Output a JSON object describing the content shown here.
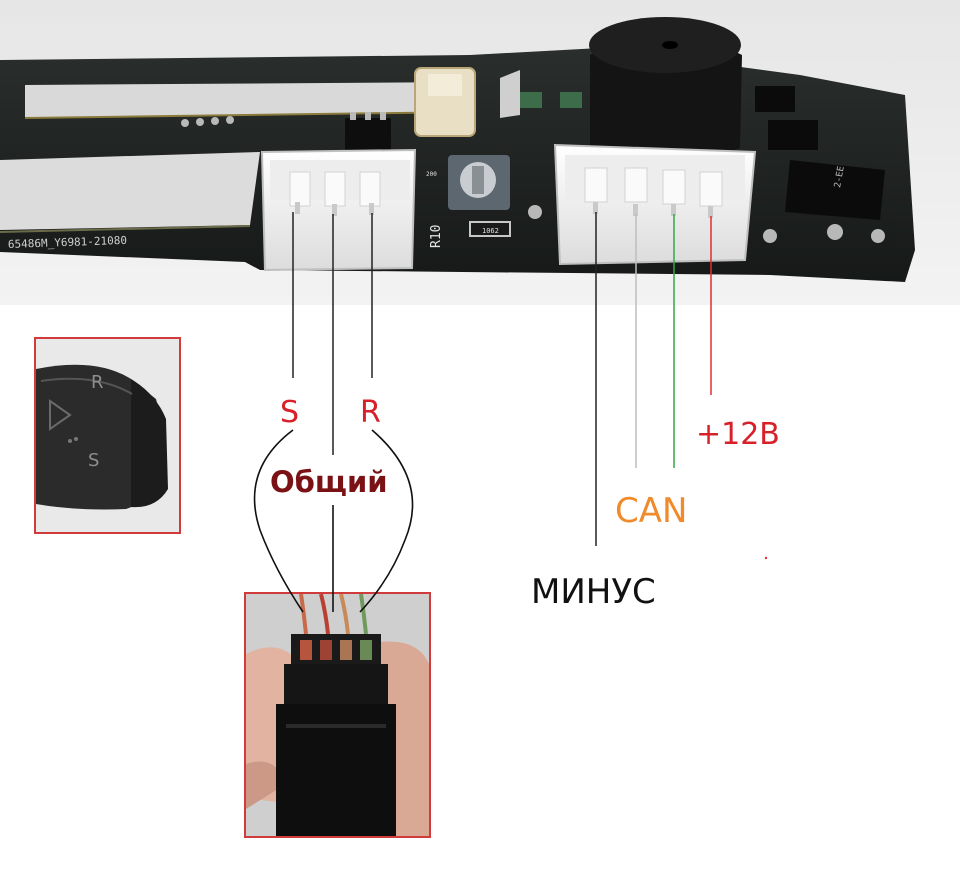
{
  "pcb": {
    "silkscreen_code": "65486M_Y6981-21080",
    "ref_label": "R10",
    "smd_code": "1062",
    "small_code": "200",
    "ic_marking": "2-EE"
  },
  "stalk_inset": {
    "mark_r": "R",
    "mark_s": "S"
  },
  "labels": {
    "s": "S",
    "r": "R",
    "common": "Общий",
    "plus12": "+12В",
    "can": "CAN",
    "minus": "МИНУС"
  },
  "colors": {
    "label_red": "#d8202a",
    "common_dark_red": "#7a1115",
    "can_orange": "#f08a2a",
    "minus_black": "#111111",
    "wire_green": "#34a845",
    "wire_red": "#e03030",
    "wire_gray": "#bdbdbd",
    "inset_border": "#d23b3b"
  }
}
